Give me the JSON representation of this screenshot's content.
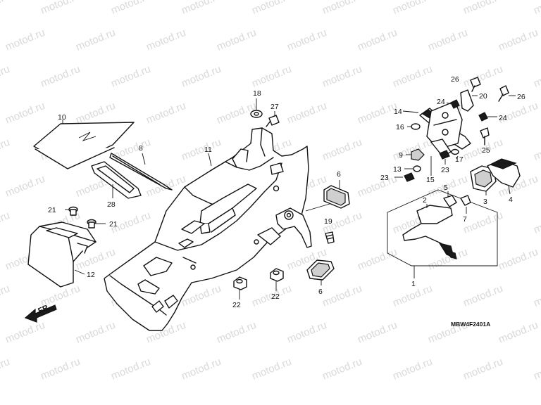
{
  "watermark": "motod.ru",
  "diagram_code": "MBW4F2401A",
  "front_marker": "FR.",
  "callouts": {
    "c1": "1",
    "c2": "2",
    "c3": "3",
    "c4": "4",
    "c5": "5",
    "c6a": "6",
    "c6b": "6",
    "c7": "7",
    "c8": "8",
    "c9": "9",
    "c10": "10",
    "c11": "11",
    "c12": "12",
    "c13": "13",
    "c14": "14",
    "c15": "15",
    "c16": "16",
    "c17": "17",
    "c18": "18",
    "c19": "19",
    "c20": "20",
    "c21a": "21",
    "c21b": "21",
    "c22a": "22",
    "c22b": "22",
    "c23a": "23",
    "c23b": "23",
    "c24a": "24",
    "c24b": "24",
    "c25": "25",
    "c26a": "26",
    "c26b": "26",
    "c27": "27",
    "c28": "28"
  },
  "colors": {
    "line": "#111111",
    "watermark": "#d9d9d9",
    "background": "#ffffff"
  }
}
